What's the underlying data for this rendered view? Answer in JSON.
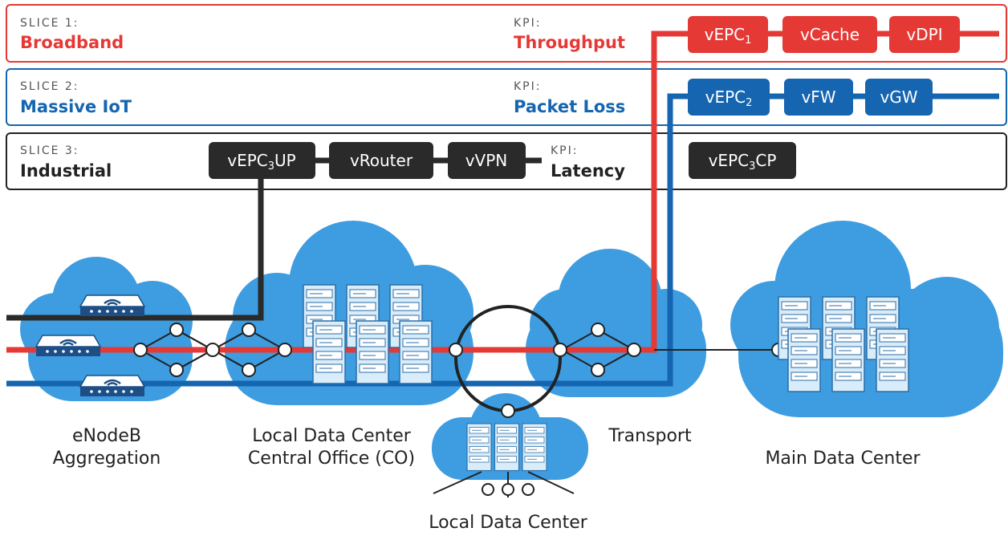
{
  "slices": [
    {
      "label": "SLICE 1:",
      "name": "Broadband",
      "kpi_label": "KPI:",
      "kpi_value": "Throughput",
      "color": "#e53935",
      "functions": [
        {
          "main": "vEPC",
          "sub": "1",
          "suffix": ""
        },
        {
          "main": "vCache",
          "sub": "",
          "suffix": ""
        },
        {
          "main": "vDPI",
          "sub": "",
          "suffix": ""
        }
      ]
    },
    {
      "label": "SLICE 2:",
      "name": "Massive IoT",
      "kpi_label": "KPI:",
      "kpi_value": "Packet Loss",
      "color": "#1565b0",
      "functions": [
        {
          "main": "vEPC",
          "sub": "2",
          "suffix": ""
        },
        {
          "main": "vFW",
          "sub": "",
          "suffix": ""
        },
        {
          "main": "vGW",
          "sub": "",
          "suffix": ""
        }
      ]
    },
    {
      "label": "SLICE 3:",
      "name": "Industrial",
      "kpi_label": "KPI:",
      "kpi_value": "Latency",
      "color": "#222222",
      "functions": [
        {
          "main": "vEPC",
          "sub": "3",
          "suffix": "UP"
        },
        {
          "main": "vRouter",
          "sub": "",
          "suffix": ""
        },
        {
          "main": "vVPN",
          "sub": "",
          "suffix": ""
        },
        {
          "main": "vEPC",
          "sub": "3",
          "suffix": "CP"
        }
      ]
    }
  ],
  "locations": {
    "enodeb": [
      "eNodeB",
      "Aggregation"
    ],
    "local_co": [
      "Local Data Center",
      "Central Office (CO)"
    ],
    "transport": [
      "Transport"
    ],
    "main_dc": [
      "Main Data Center"
    ],
    "local_dc": [
      "Local Data Center"
    ]
  },
  "colors": {
    "cloud": "#3d9de0",
    "red": "#e53935",
    "blue": "#1565b0",
    "dark": "#2a2a2a"
  }
}
